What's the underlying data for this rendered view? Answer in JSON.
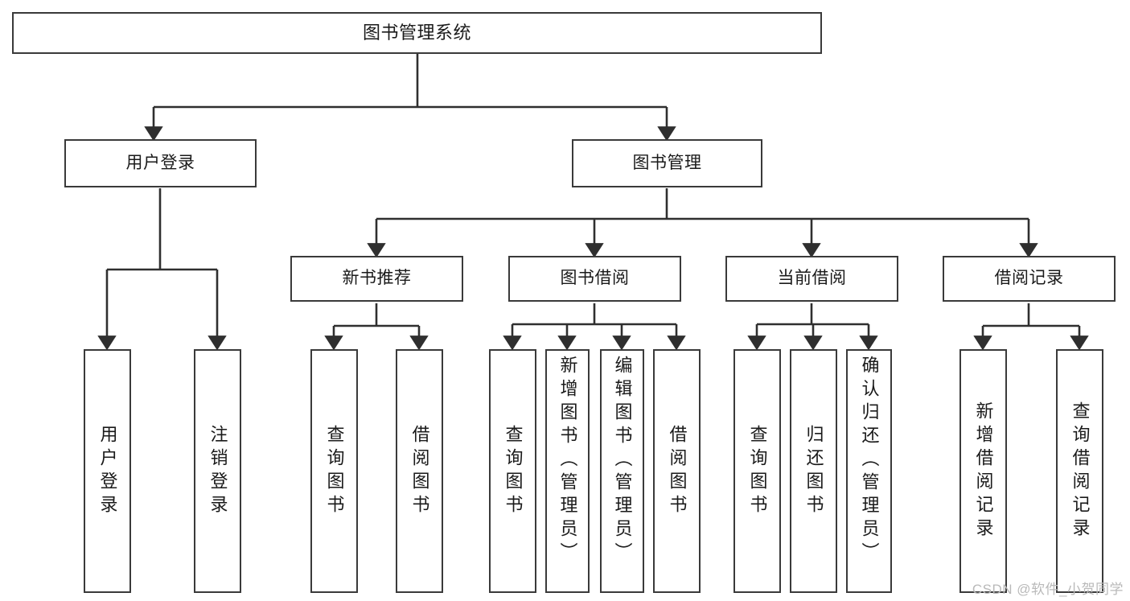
{
  "diagram": {
    "type": "tree-hierarchy",
    "title": "图书管理系统",
    "root": {
      "label": "图书管理系统"
    },
    "level2": [
      {
        "id": "user-login",
        "label": "用户登录"
      },
      {
        "id": "book-management",
        "label": "图书管理"
      }
    ],
    "level3": [
      {
        "id": "new-book-recommend",
        "label": "新书推荐",
        "parent": "book-management"
      },
      {
        "id": "book-borrow",
        "label": "图书借阅",
        "parent": "book-management"
      },
      {
        "id": "current-borrow",
        "label": "当前借阅",
        "parent": "book-management"
      },
      {
        "id": "borrow-record",
        "label": "借阅记录",
        "parent": "book-management"
      }
    ],
    "leaves": [
      {
        "id": "leaf-user-login",
        "label": "用户登录",
        "parent": "user-login"
      },
      {
        "id": "leaf-user-logout",
        "label": "注销登录",
        "parent": "user-login"
      },
      {
        "id": "leaf-query-book-1",
        "label": "查询图书",
        "parent": "new-book-recommend"
      },
      {
        "id": "leaf-borrow-book-1",
        "label": "借阅图书",
        "parent": "new-book-recommend"
      },
      {
        "id": "leaf-query-book-2",
        "label": "查询图书",
        "parent": "book-borrow"
      },
      {
        "id": "leaf-add-book",
        "label": "新增图书（管理员）",
        "parent": "book-borrow"
      },
      {
        "id": "leaf-edit-book",
        "label": "编辑图书（管理员）",
        "parent": "book-borrow"
      },
      {
        "id": "leaf-borrow-book-2",
        "label": "借阅图书",
        "parent": "book-borrow"
      },
      {
        "id": "leaf-query-book-3",
        "label": "查询图书",
        "parent": "current-borrow"
      },
      {
        "id": "leaf-return-book",
        "label": "归还图书",
        "parent": "current-borrow"
      },
      {
        "id": "leaf-confirm-return",
        "label": "确认归还（管理员）",
        "parent": "current-borrow"
      },
      {
        "id": "leaf-add-record",
        "label": "新增借阅记录",
        "parent": "borrow-record"
      },
      {
        "id": "leaf-query-record",
        "label": "查询借阅记录",
        "parent": "borrow-record"
      }
    ],
    "colors": {
      "stroke": "#3a3a3a",
      "fill": "#ffffff",
      "text": "#1a1a1a",
      "watermark": "#b9b9b9"
    }
  },
  "watermark": {
    "text": "CSDN @软件_小贺同学"
  }
}
